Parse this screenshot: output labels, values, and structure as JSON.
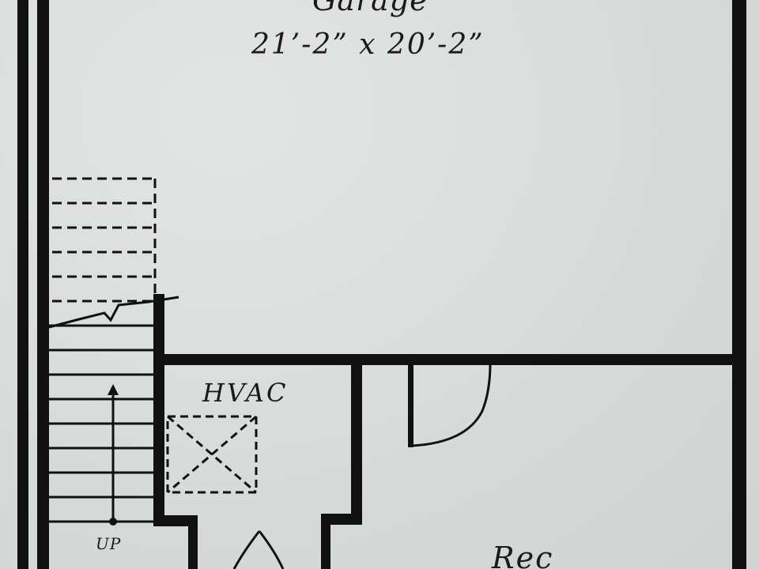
{
  "rooms": {
    "garage": {
      "name": "Garage",
      "dimensions": "21’-2” x 20’-2”"
    },
    "hvac": {
      "name": "HVAC"
    },
    "rec": {
      "name": "Rec"
    }
  },
  "stairs": {
    "direction_label": "UP"
  },
  "colors": {
    "wall": "#111111",
    "paper": "#d9dcda"
  }
}
